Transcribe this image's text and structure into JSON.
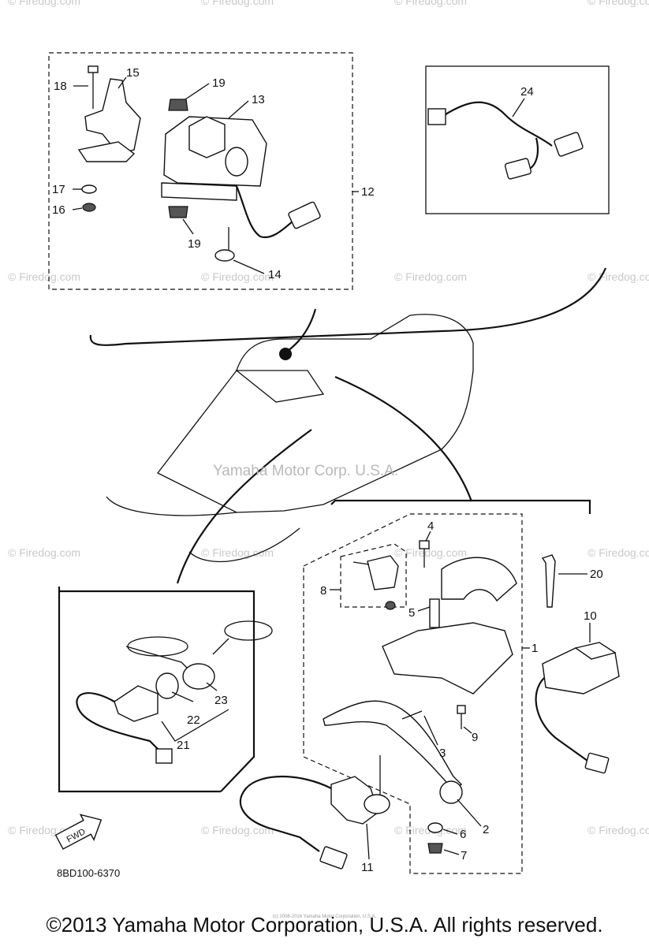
{
  "diagram": {
    "part_code": "8BD100-6370",
    "fwd_label": "FWD",
    "center_watermark": "Yamaha Motor Corp. U.S.A.",
    "watermark": "© Firedog.com",
    "callouts": {
      "c1": "1",
      "c2": "2",
      "c3": "3",
      "c4": "4",
      "c5": "5",
      "c6": "6",
      "c7": "7",
      "c8": "8",
      "c9": "9",
      "c10": "10",
      "c11": "11",
      "c12": "12",
      "c13": "13",
      "c14": "14",
      "c15": "15",
      "c16": "16",
      "c17": "17",
      "c18": "18",
      "c19a": "19",
      "c19b": "19",
      "c20": "20",
      "c21": "21",
      "c22": "22",
      "c23": "23",
      "c24": "24"
    }
  },
  "footer": {
    "copyright": "©2013 Yamaha Motor Corporation, U.S.A. All rights reserved.",
    "fine_print": "(c) 2008-2016 Yamaha Motor Corporation, U.S.A."
  }
}
